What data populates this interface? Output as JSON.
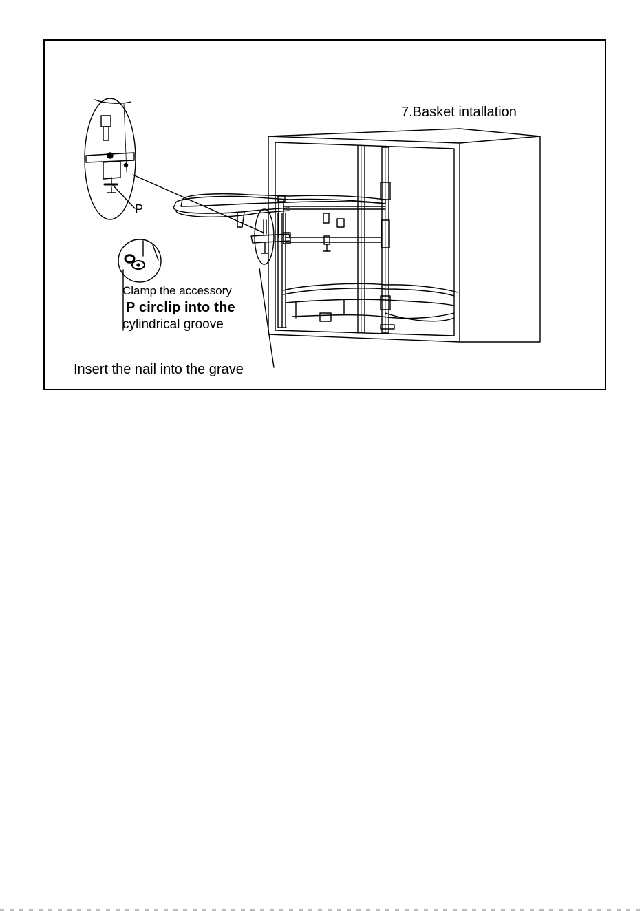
{
  "diagram": {
    "title": "7.Basket intallation",
    "part_label": "P",
    "clamp_note": {
      "line1": "Clamp the accessory",
      "line2": "P circlip into the",
      "line3": "cylindrical groove"
    },
    "insert_note": "Insert the nail into the grave"
  }
}
